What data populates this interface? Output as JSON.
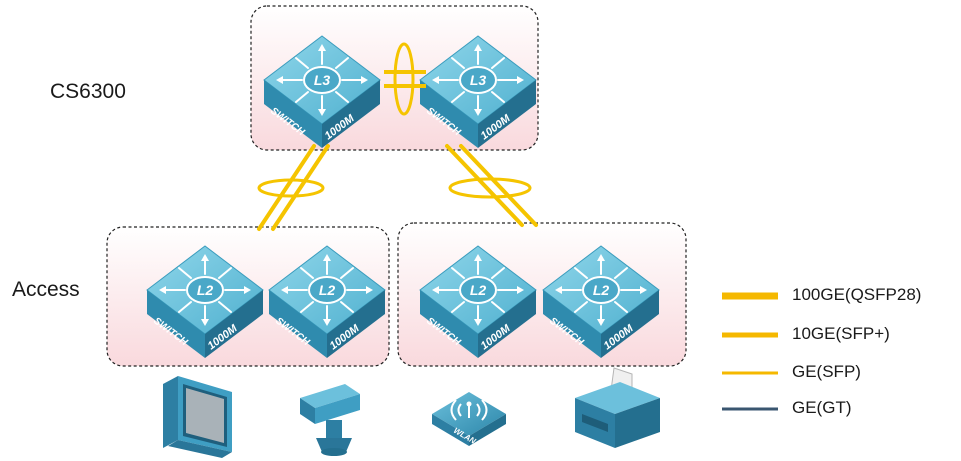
{
  "tiers": {
    "core_label": "CS6300",
    "access_label": "Access"
  },
  "switch": {
    "l3_badge": "L3",
    "l2_badge": "L2",
    "side_left": "SWITCH",
    "side_right": "1000M"
  },
  "core_switches": [
    {
      "badge": "L3"
    },
    {
      "badge": "L3"
    }
  ],
  "access_switches": [
    {
      "badge": "L2"
    },
    {
      "badge": "L2"
    },
    {
      "badge": "L2"
    },
    {
      "badge": "L2"
    }
  ],
  "endpoints": [
    {
      "icon": "pc-icon"
    },
    {
      "icon": "camera-icon"
    },
    {
      "icon": "wlan-ap-icon",
      "label": "WLAN"
    },
    {
      "icon": "printer-icon"
    }
  ],
  "legend": [
    {
      "label": "100GE(QSFP28)",
      "color": "#f5b800"
    },
    {
      "label": "10GE(SFP+)",
      "color": "#f5b800"
    },
    {
      "label": "GE(SFP)",
      "color": "#f5b800"
    },
    {
      "label": "GE(GT)",
      "color": "#3a5670"
    }
  ],
  "colors": {
    "link": "#f5c400",
    "switch_top": "#6fc3da",
    "switch_side": "#2e88a8",
    "group_fill": "#fbe3e6"
  }
}
